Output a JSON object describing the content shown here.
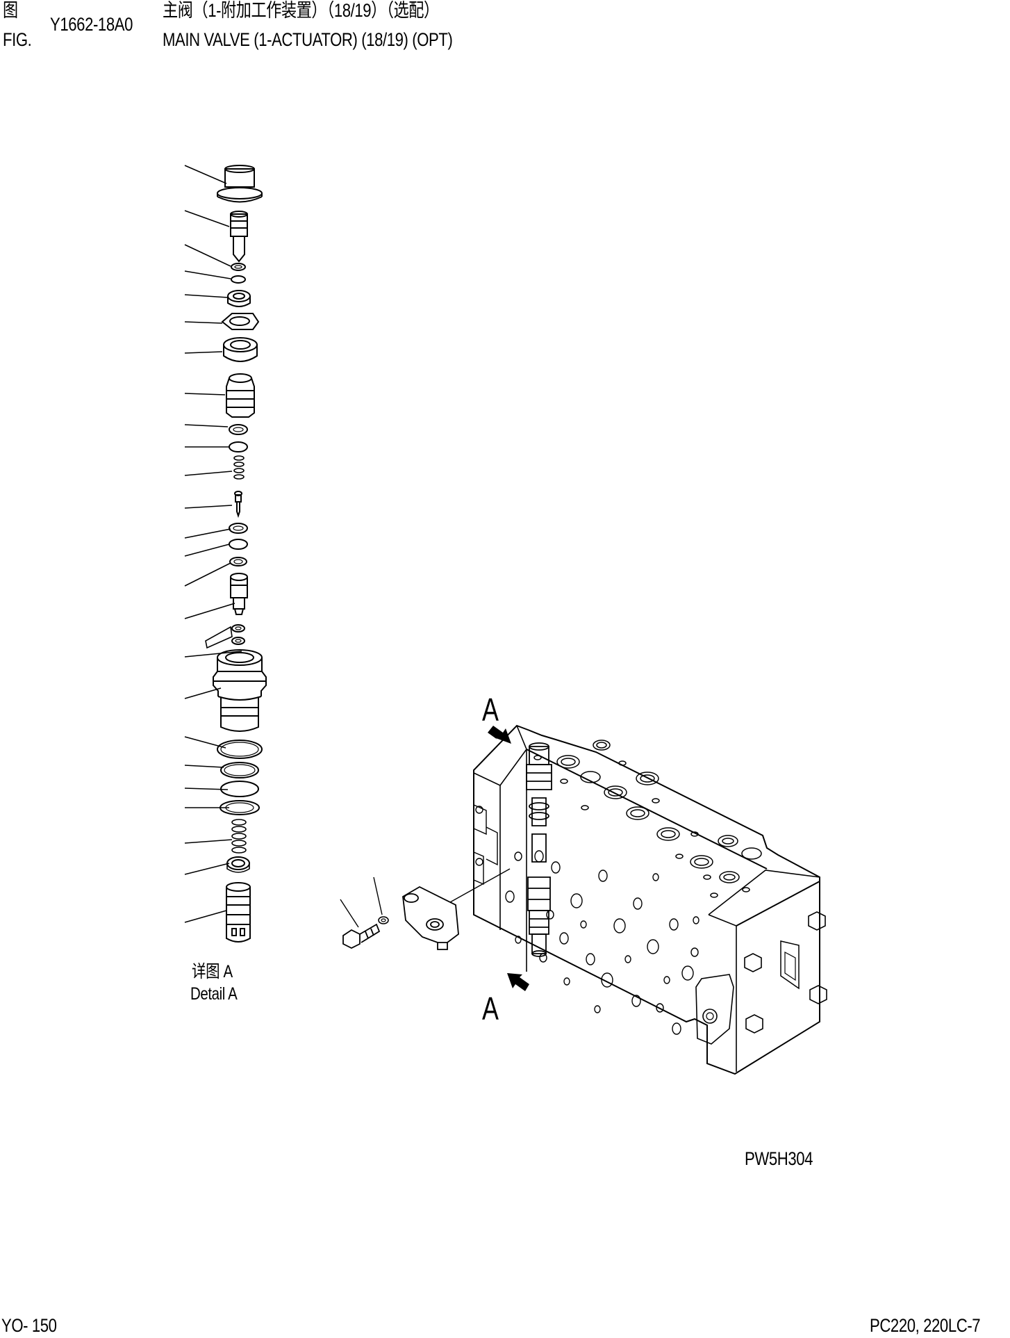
{
  "header": {
    "fig_zh": "图",
    "fig_en": "FIG.",
    "fig_number": "Y1662-18A0",
    "title_zh": "主阀（1-附加工作装置）（18/19）（选配）",
    "title_en": "MAIN VALVE (1-ACTUATOR) (18/19) (OPT)"
  },
  "detail": {
    "label_zh": "详图 A",
    "label_en": "Detail A"
  },
  "callouts": {
    "top": "A",
    "bottom": "A"
  },
  "drawing_code": "PW5H304",
  "footer": {
    "page": "YO- 150",
    "model": "PC220, 220LC-7"
  }
}
